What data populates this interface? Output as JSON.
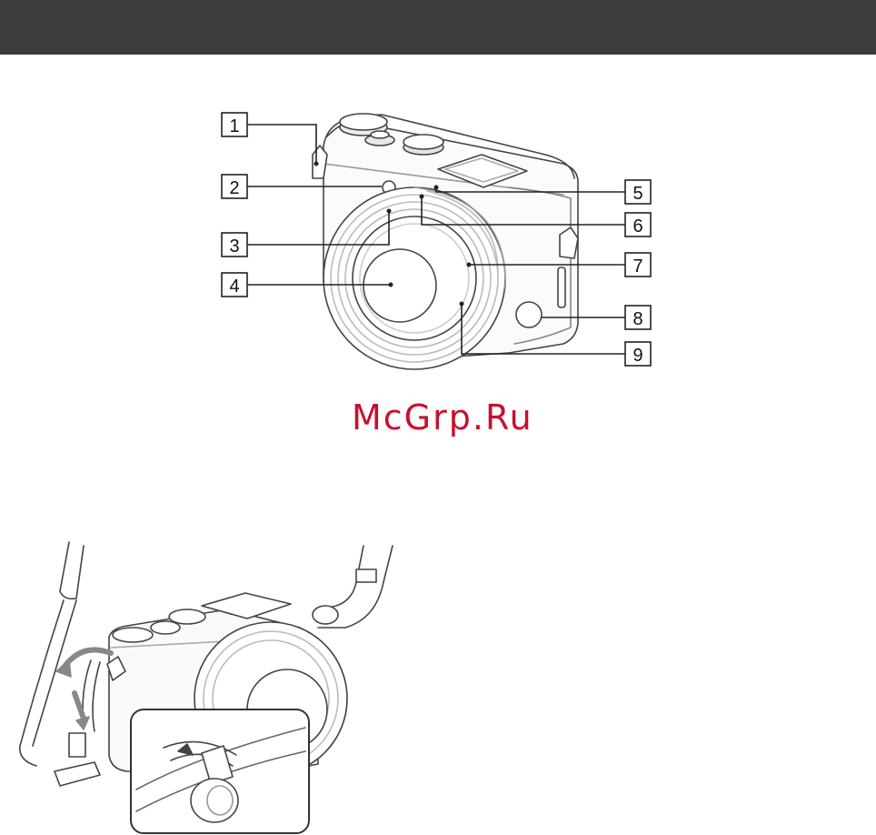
{
  "watermark": "McGrp.Ru",
  "callouts": [
    "1",
    "2",
    "3",
    "4",
    "5",
    "6",
    "7",
    "8",
    "9"
  ]
}
